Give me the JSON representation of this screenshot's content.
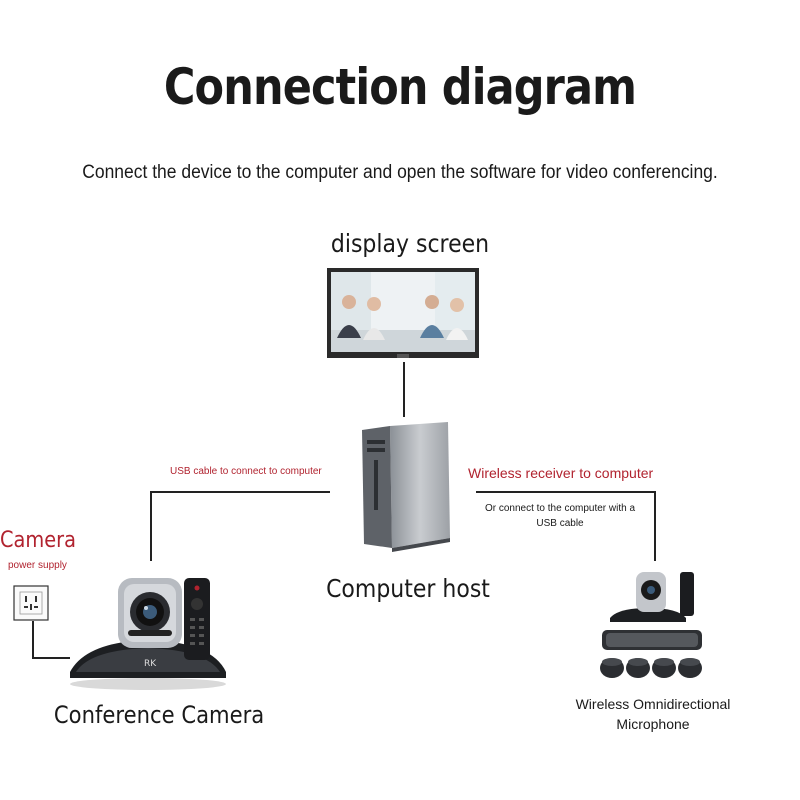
{
  "title": "Connection diagram",
  "subtitle": "Connect the device to the computer and open the software for video conferencing.",
  "display": {
    "label": "display screen"
  },
  "host": {
    "label": "Computer host"
  },
  "left_link": {
    "label": "USB cable to connect to computer"
  },
  "right_link": {
    "label": "Wireless receiver to computer",
    "note": "Or connect to the computer with a USB cable"
  },
  "camera_power": {
    "heading": "Camera",
    "sub": "power supply"
  },
  "camera": {
    "label": "Conference Camera",
    "brand": "RK"
  },
  "microphone": {
    "label_line1": "Wireless Omnidirectional",
    "label_line2": "Microphone"
  },
  "colors": {
    "accent_red": "#b1232f",
    "line": "#222222"
  }
}
